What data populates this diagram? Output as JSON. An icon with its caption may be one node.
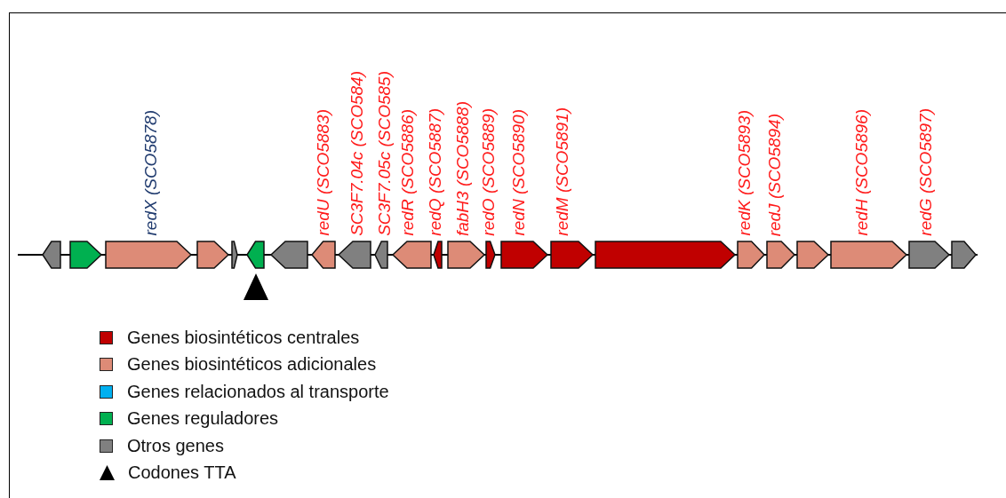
{
  "diagram": {
    "nodes": [
      {
        "text": [],
        "shape": "arrow"
      },
      {
        "text": [],
        "shape": "arrow"
      },
      {
        "text": [
          "redX (SCO5878)"
        ]
      },
      {
        "text": [],
        "shape": "arrow"
      },
      {
        "text": [],
        "shape": "arrow"
      },
      {
        "text": [],
        "shape": "arrow"
      },
      {
        "text": [],
        "shape": "arrow"
      },
      {
        "text": [
          "redU (SCO5883)"
        ]
      },
      {
        "text": [
          "SC3F7.04c (SCO584)"
        ]
      },
      {
        "text": [
          "SC3F7.05c (SCO585)"
        ]
      },
      {
        "text": [
          "redR (SCO5886)"
        ]
      },
      {
        "text": [
          "redQ (SCO5887)"
        ]
      },
      {
        "text": [
          "fabH3 (SCO5888)"
        ]
      },
      {
        "text": [
          "redO (SCO5889)"
        ]
      },
      {
        "text": [
          "redN (SCO5890)"
        ]
      },
      {
        "text": [
          "redM (SCO5891)"
        ]
      },
      {
        "text": [],
        "shape": "arrow"
      },
      {
        "text": [
          "redK (SCO5893)"
        ]
      },
      {
        "text": [
          "redJ (SCO5894)"
        ]
      },
      {
        "text": [],
        "shape": "arrow"
      },
      {
        "text": [
          "redH (SCO5896)"
        ]
      },
      {
        "text": [
          "redG (SCO5897)"
        ]
      },
      {
        "text": [],
        "shape": "arrow"
      }
    ],
    "edges": [],
    "legend": [
      {
        "text": "Genes biosintéticos centrales",
        "color": "#c00000"
      },
      {
        "text": "Genes biosintéticos adicionales",
        "color": "#dd8b77"
      },
      {
        "text": "Genes relacionados al transporte",
        "color": "#00b0f0"
      },
      {
        "text": "Genes reguladores",
        "color": "#00b050"
      },
      {
        "text": "Otros genes",
        "color": "#808080"
      },
      {
        "text": "Codones TTA"
      }
    ]
  }
}
